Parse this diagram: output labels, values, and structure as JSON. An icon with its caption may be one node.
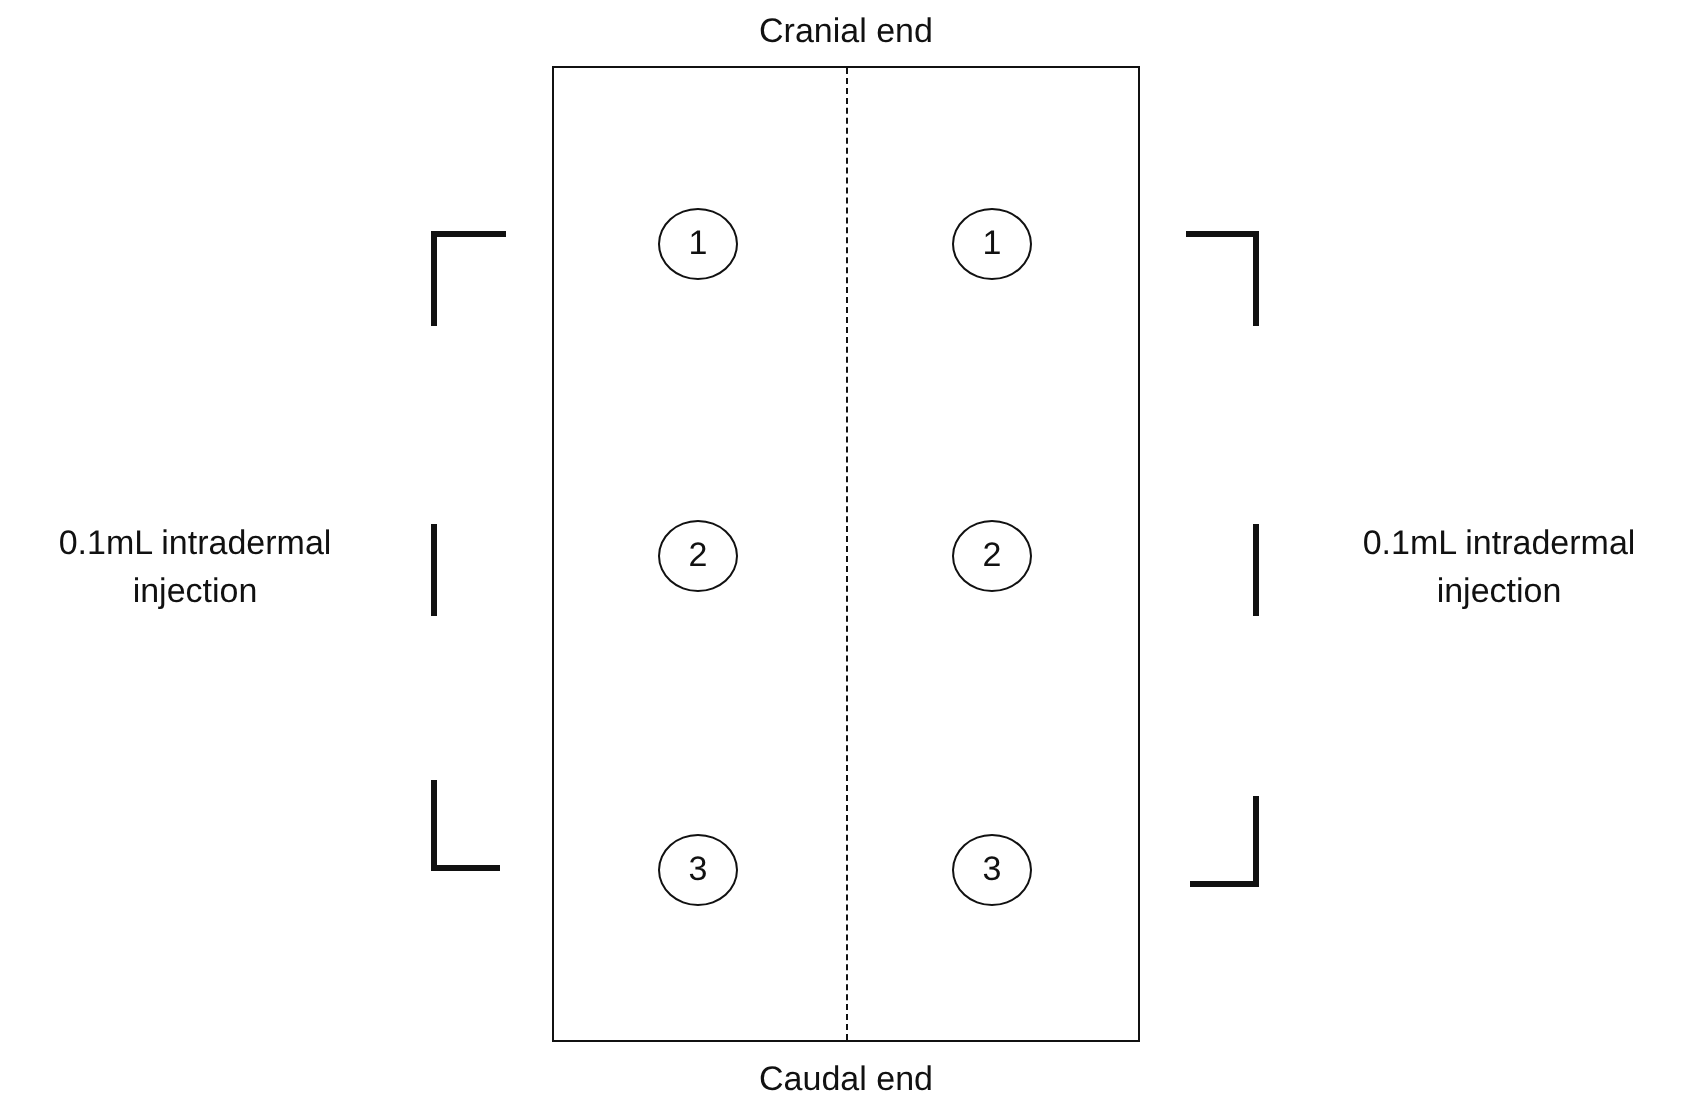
{
  "diagram": {
    "nodes": [
      {
        "text": [],
        "shape": "box"
      },
      {
        "text": [
          "1"
        ],
        "in": 0
      },
      {
        "text": [
          "1"
        ],
        "in": 0
      },
      {
        "text": [
          "2"
        ],
        "in": 0
      },
      {
        "text": [
          "2"
        ],
        "in": 0
      },
      {
        "text": [
          "3"
        ],
        "in": 0
      },
      {
        "text": [
          "3"
        ],
        "in": 0
      }
    ],
    "edges": [],
    "labels": [
      "Cranial end",
      "0.1mL intradermal injection",
      "0.1mL intradermal injection",
      "Caudal end"
    ]
  }
}
